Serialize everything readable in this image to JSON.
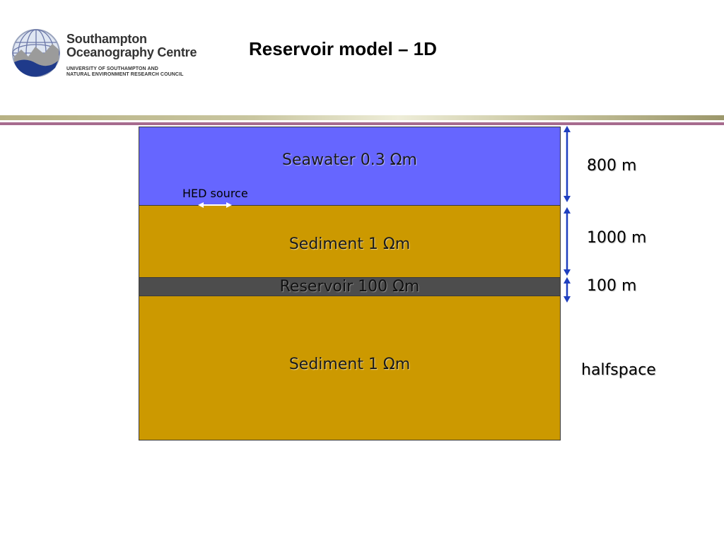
{
  "header": {
    "org_name_line1": "Southampton",
    "org_name_line2": "Oceanography Centre",
    "org_sub_line1": "UNIVERSITY OF SOUTHAMPTON AND",
    "org_sub_line2": "NATURAL ENVIRONMENT RESEARCH COUNCIL",
    "title": "Reservoir model – 1D"
  },
  "layers": [
    {
      "name": "Seawater",
      "label": "Seawater  0.3 Ωm",
      "color": "#6666ff",
      "thickness_label": "800 m"
    },
    {
      "name": "Sediment",
      "label": "Sediment  1 Ωm",
      "color": "#cc9900",
      "thickness_label": "1000 m"
    },
    {
      "name": "Reservoir",
      "label": "Reservoir  100 Ωm",
      "color": "#4d4d4d",
      "thickness_label": "100 m"
    },
    {
      "name": "Sediment",
      "label": "Sediment  1 Ωm",
      "color": "#cc9900",
      "thickness_label": "halfspace"
    }
  ],
  "source": {
    "label": "HED source",
    "arrow_color": "#ffffff"
  },
  "colors": {
    "arrow": "#1f3fbf",
    "bar_olive": "#b7b184",
    "bar_mauve": "#a76b8e"
  },
  "icons": {
    "logo": "globe-wave-logo-icon"
  }
}
